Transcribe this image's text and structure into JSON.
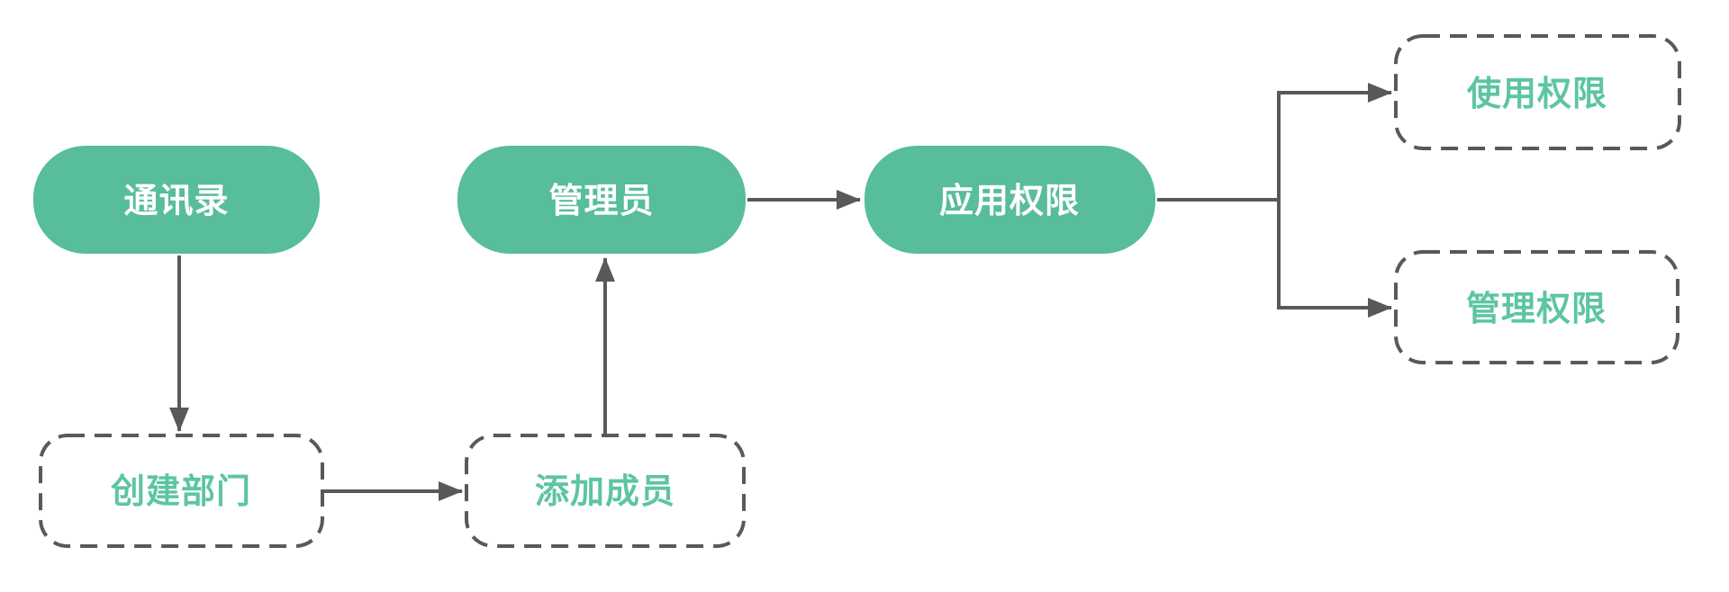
{
  "diagram": {
    "background_color": "#FFFFFF",
    "colors": {
      "node_fill_green": "#57BD9A",
      "node_text_on_green": "#FFFFFF",
      "dashed_node_text_green": "#5DC5A1",
      "connector_gray": "#595959"
    },
    "nodes": {
      "contacts": {
        "label": "通讯录",
        "style": "solid-green-pill"
      },
      "admin": {
        "label": "管理员",
        "style": "solid-green-pill"
      },
      "app_permission": {
        "label": "应用权限",
        "style": "solid-green-pill"
      },
      "create_department": {
        "label": "创建部门",
        "style": "dashed-outline"
      },
      "add_members": {
        "label": "添加成员",
        "style": "dashed-outline"
      },
      "use_permission": {
        "label": "使用权限",
        "style": "dashed-outline"
      },
      "manage_permission": {
        "label": "管理权限",
        "style": "dashed-outline"
      }
    },
    "edges": [
      {
        "from": "通讯录",
        "to": "创建部门",
        "arrow": true
      },
      {
        "from": "创建部门",
        "to": "添加成员",
        "arrow": true
      },
      {
        "from": "添加成员",
        "to": "管理员",
        "arrow": true
      },
      {
        "from": "管理员",
        "to": "应用权限",
        "arrow": true
      },
      {
        "from": "应用权限",
        "to": "使用权限",
        "arrow": true
      },
      {
        "from": "应用权限",
        "to": "管理权限",
        "arrow": true
      }
    ]
  }
}
